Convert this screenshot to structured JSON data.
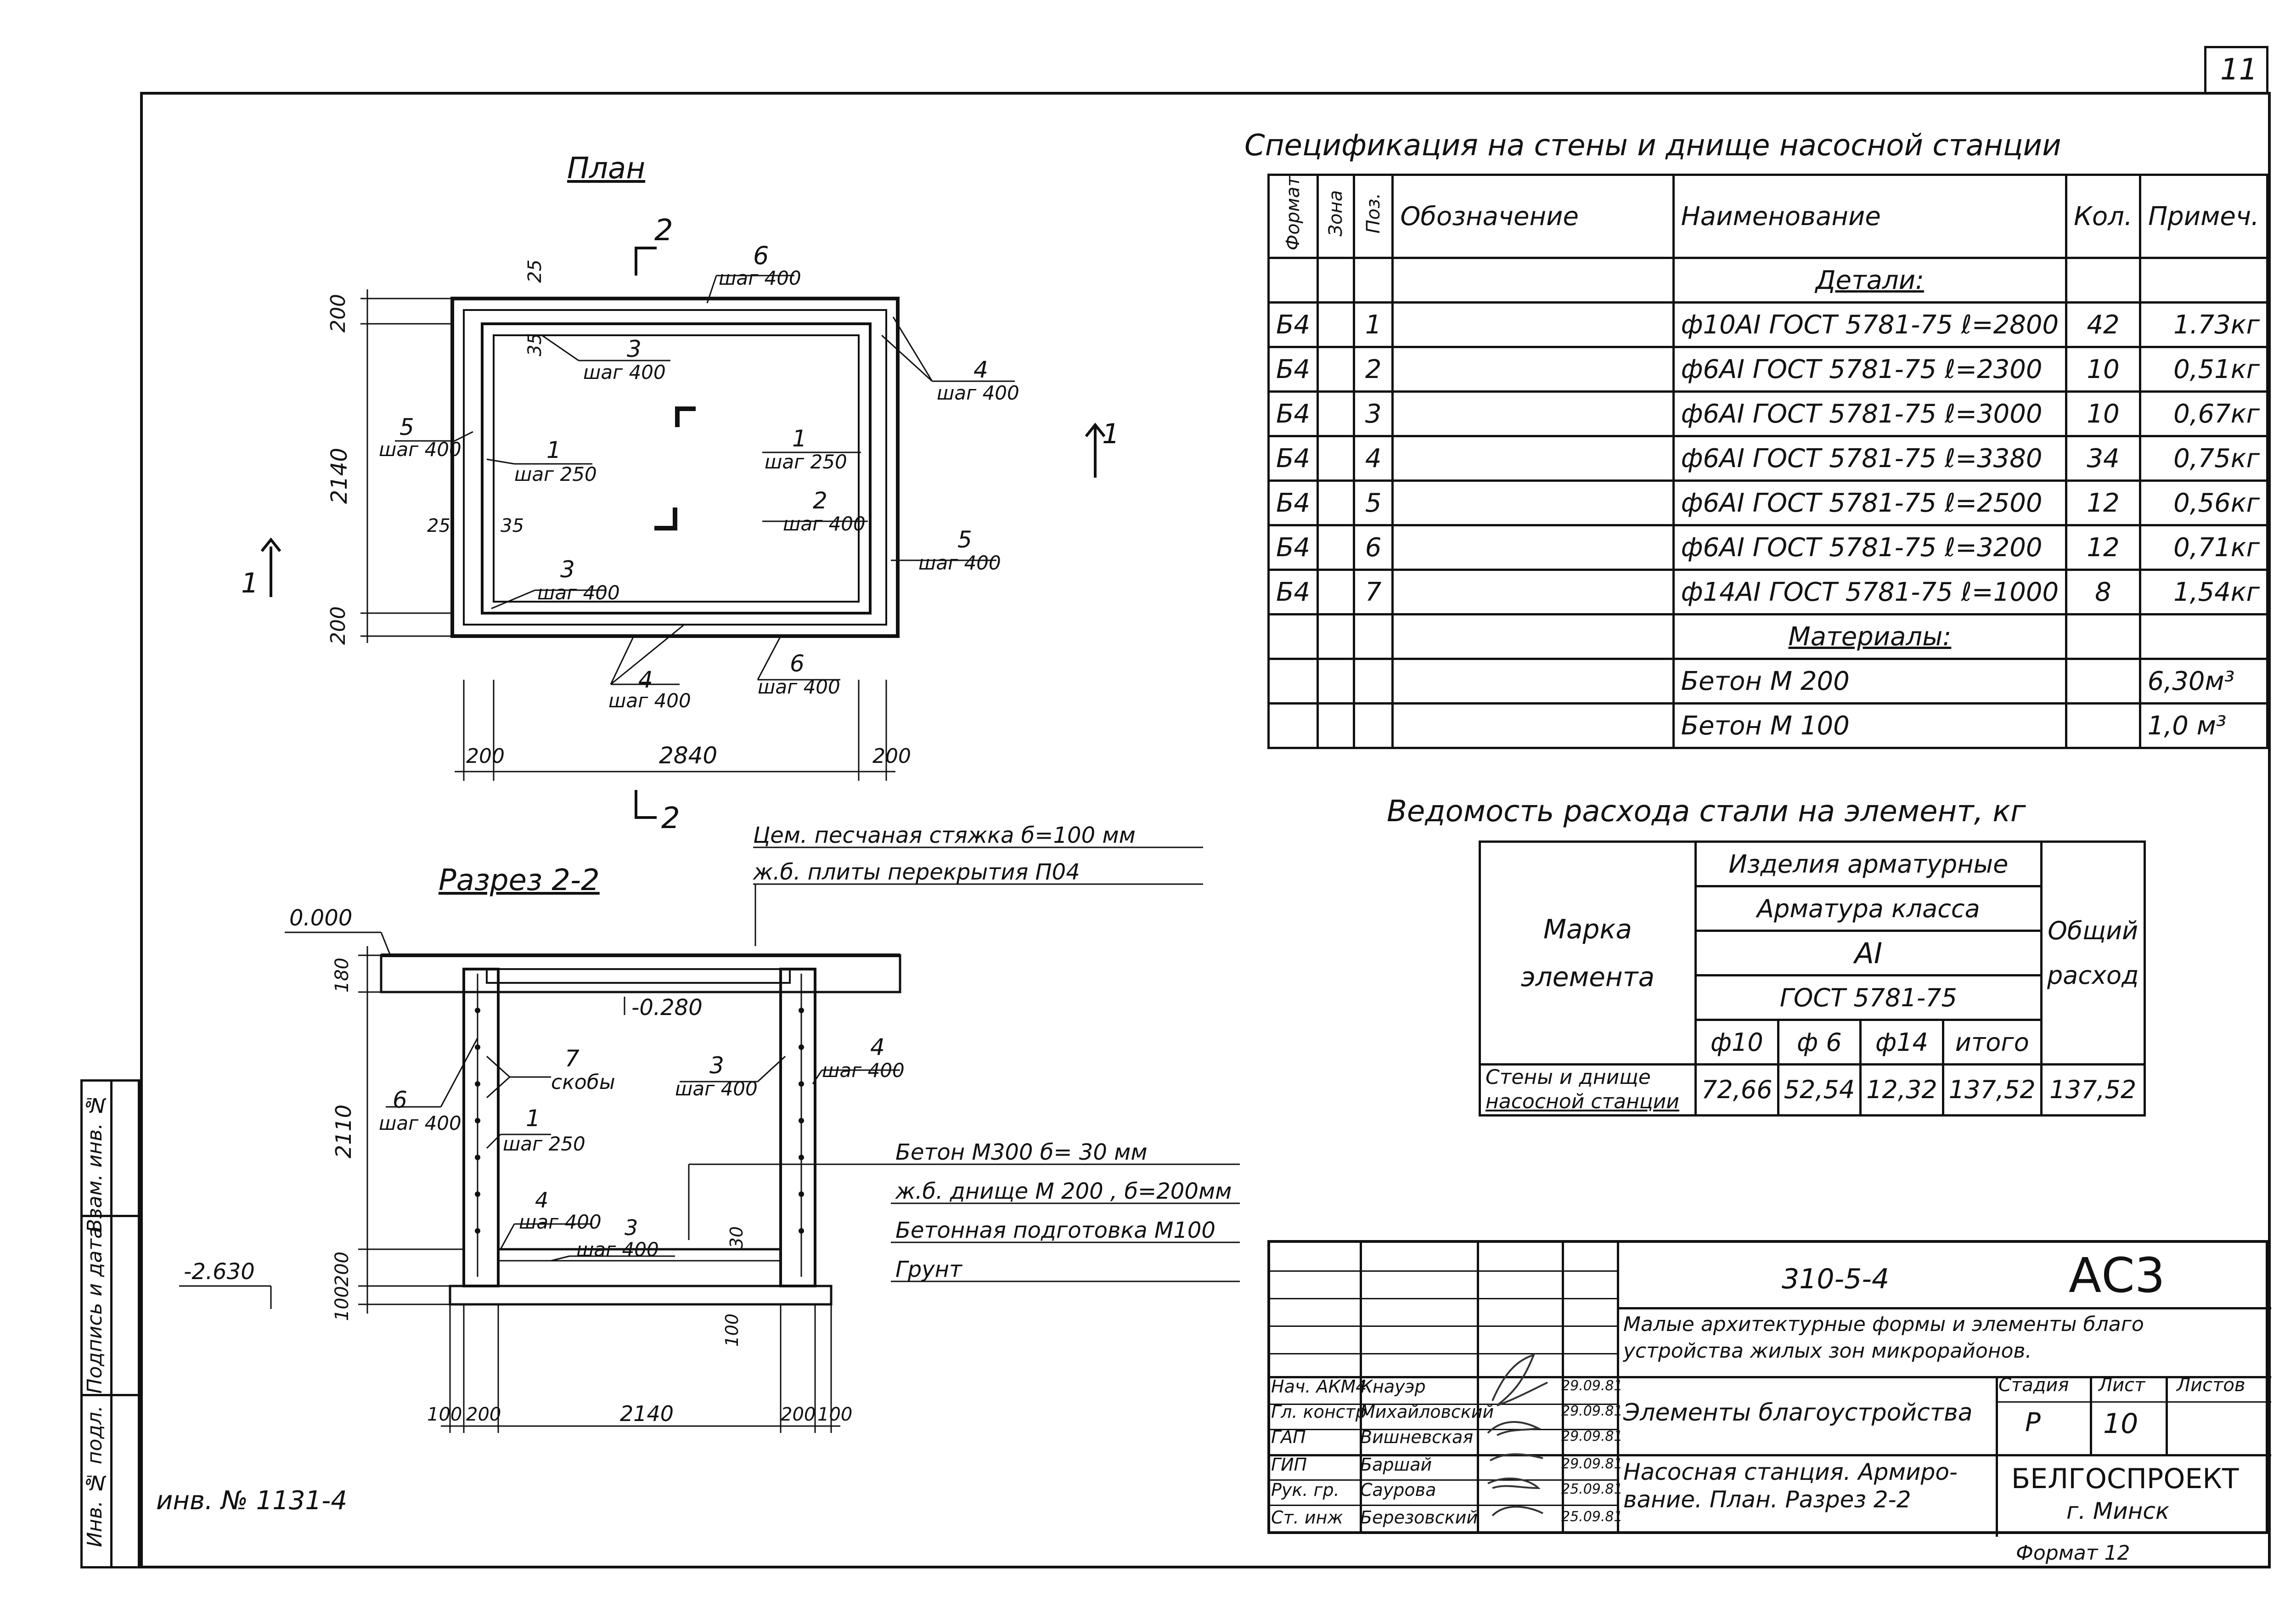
{
  "sheet_number": "11",
  "plan": {
    "title": "План",
    "section_marker": "2",
    "section_marker_side": "1",
    "labels": {
      "top_6": "6",
      "top_6_step": "шаг 400",
      "dim_25_top": "25",
      "dim_35": "35",
      "l3_top": "3",
      "l3_top_step": "шаг 400",
      "l4_right": "4",
      "l4_right_step": "шаг 400",
      "l5_left": "5",
      "l5_left_step": "шаг 400",
      "l1_left": "1",
      "l1_left_step": "шаг 250",
      "l1_right": "1",
      "l1_right_step": "шаг 250",
      "l2_right": "2",
      "l2_right_step": "шаг 400",
      "l5_right": "5",
      "l5_right_step": "шаг 400",
      "l3_bottom": "3",
      "l3_bottom_step": "шаг 400",
      "l4_bottom": "4",
      "l4_bottom_step": "шаг 400",
      "l6_bottom": "6",
      "l6_bottom_step": "шаг 400",
      "dim_25_left": "25",
      "dim_35_left": "35"
    },
    "dims": {
      "left_top": "200",
      "left_mid": "2140",
      "left_bottom": "200",
      "bottom_left": "200",
      "bottom_mid": "2840",
      "bottom_right": "200"
    }
  },
  "section": {
    "title": "Разрез  2-2",
    "level_top": "0.000",
    "level_inner": "-0.280",
    "level_bottom": "-2.630",
    "screed": "Цем. песчаная    стяжка  б=100 мм",
    "slabs": "ж.б.  плиты          перекрытия   П04",
    "layers": [
      "Бетон  М300    б= 30 мм",
      "ж.б. днище  М 200 ,  б=200мм",
      "Бетонная      подготовка М100",
      "Грунт"
    ],
    "labels": {
      "l7": "7",
      "l7_text": "скобы",
      "l6": "6",
      "l6_step": "шаг 400",
      "l1": "1",
      "l1_step": "шаг 250",
      "l3": "3",
      "l3_step": "шаг 400",
      "l4": "4",
      "l4_step": "шаг 400",
      "l4b": "4",
      "l4b_step": "шаг 400",
      "l3b": "3",
      "l3b_step": "шаг 400",
      "d30": "30"
    },
    "dims": {
      "left_180": "180",
      "left_2110": "2110",
      "left_200": "200",
      "left_100": "100",
      "right_100": "100",
      "bottom": [
        "100",
        "200",
        "2140",
        "200",
        "100"
      ]
    }
  },
  "spec": {
    "title": "Спецификация    на стены  и  днище     насосной    станции",
    "headers": {
      "format": "Формат",
      "zone": "Зона",
      "pos": "Поз.",
      "designation": "Обозначение",
      "name": "Наименование",
      "qty": "Кол.",
      "note": "Примеч."
    },
    "section_details": "Детали:",
    "rows": [
      {
        "f": "Б4",
        "pos": "1",
        "name": "ф10АI  ГОСТ 5781-75  ℓ=2800",
        "qty": "42",
        "note": "1.73кг"
      },
      {
        "f": "Б4",
        "pos": "2",
        "name": "ф6АI  ГОСТ 5781-75  ℓ=2300",
        "qty": "10",
        "note": "0,51кг"
      },
      {
        "f": "Б4",
        "pos": "3",
        "name": "ф6АI  ГОСТ 5781-75  ℓ=3000",
        "qty": "10",
        "note": "0,67кг"
      },
      {
        "f": "Б4",
        "pos": "4",
        "name": "ф6АI  ГОСТ 5781-75  ℓ=3380",
        "qty": "34",
        "note": "0,75кг"
      },
      {
        "f": "Б4",
        "pos": "5",
        "name": "ф6АI  ГОСТ 5781-75  ℓ=2500",
        "qty": "12",
        "note": "0,56кг"
      },
      {
        "f": "Б4",
        "pos": "6",
        "name": "ф6АI  ГОСТ 5781-75  ℓ=3200",
        "qty": "12",
        "note": "0,71кг"
      },
      {
        "f": "Б4",
        "pos": "7",
        "name": "ф14АI  ГОСТ 5781-75  ℓ=1000",
        "qty": "8",
        "note": "1,54кг"
      }
    ],
    "section_materials": "Материалы:",
    "materials": [
      {
        "name": "Бетон          М 200",
        "note": "6,30м³"
      },
      {
        "name": "Бетон          М 100",
        "note": "1,0 м³"
      }
    ]
  },
  "steel": {
    "title": "Ведомость    расхода    стали  на  элемент, кг",
    "h_mark": "Марка",
    "h_element": "элемента",
    "h_products": "Изделия  арматурные",
    "h_class": "Арматура   класса",
    "h_ai": "АI",
    "h_gost": "ГОСТ   5781-75",
    "h_total": "Общий",
    "h_consumption": "расход",
    "cols": [
      "ф10",
      "ф 6",
      "ф14",
      "итого"
    ],
    "row_name_1": "Стены и днище",
    "row_name_2": "насосной  станции",
    "row_values": [
      "72,66",
      "52,54",
      "12,32",
      "137,52",
      "137,52"
    ]
  },
  "title_block": {
    "code": "310-5-4",
    "sheet_code": "АС3",
    "description_1": "Малые  архитектурные  формы  и элементы благо",
    "description_2": "устройства  жилых  зон  микрорайонов.",
    "element_title": "Элементы   благоустройства",
    "drawing_title_1": "Насосная  станция.  Армиро-",
    "drawing_title_2": "вание.  План.  Разрез 2-2",
    "stage_h": "Стадия",
    "sheet_h": "Лист",
    "sheets_h": "Листов",
    "stage": "Р",
    "sheet": "10",
    "org": "БЕЛГОСПРОЕКТ",
    "city": "г.  Минск",
    "format": "Формат 12",
    "signers": [
      {
        "role": "Нач. АКМ4",
        "name": "Кнауэр",
        "date": "29.09.81"
      },
      {
        "role": "Гл. констр",
        "name": "Михайловский",
        "date": "29.09.81"
      },
      {
        "role": "ГАП",
        "name": "Вишневская",
        "date": "29.09.81"
      },
      {
        "role": "ГИП",
        "name": "Баршай",
        "date": "29.09.81"
      },
      {
        "role": "Рук. гр.",
        "name": "Саурова",
        "date": "25.09.81"
      },
      {
        "role": "Ст. инж",
        "name": "Березовский",
        "date": "25.09.81"
      }
    ]
  },
  "side_stamp": [
    "Взам. инв. №",
    "Подпись и дата",
    "Инв. № подл."
  ],
  "inv_number": "инв. № 1131-4"
}
